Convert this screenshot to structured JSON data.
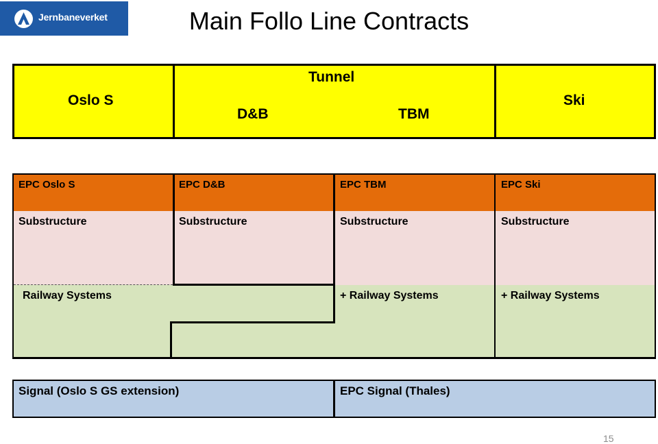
{
  "logo": {
    "name": "Jernbaneverket"
  },
  "title": "Main Follo Line Contracts",
  "route": {
    "start": "Oslo S",
    "tunnel": "Tunnel",
    "db": "D&B",
    "tbm": "TBM",
    "end": "Ski"
  },
  "contracts": [
    {
      "header": "EPC  Oslo S",
      "substructure": "Substructure",
      "railway": "Railway Systems"
    },
    {
      "header": "EPC  D&B",
      "substructure": "Substructure",
      "railway": ""
    },
    {
      "header": "EPC  TBM",
      "substructure": "Substructure",
      "railway": "+ Railway Systems"
    },
    {
      "header": "EPC  Ski",
      "substructure": "Substructure",
      "railway": "+ Railway Systems"
    }
  ],
  "signal": {
    "left": "Signal (Oslo S GS extension)",
    "right": "EPC Signal (Thales)"
  },
  "page_number": "15",
  "colors": {
    "logo_bg": "#1f5aa6",
    "yellow": "#ffff00",
    "orange": "#e46c0a",
    "pink": "#f2dcdb",
    "green": "#d7e4bd",
    "blue": "#b9cde5"
  }
}
